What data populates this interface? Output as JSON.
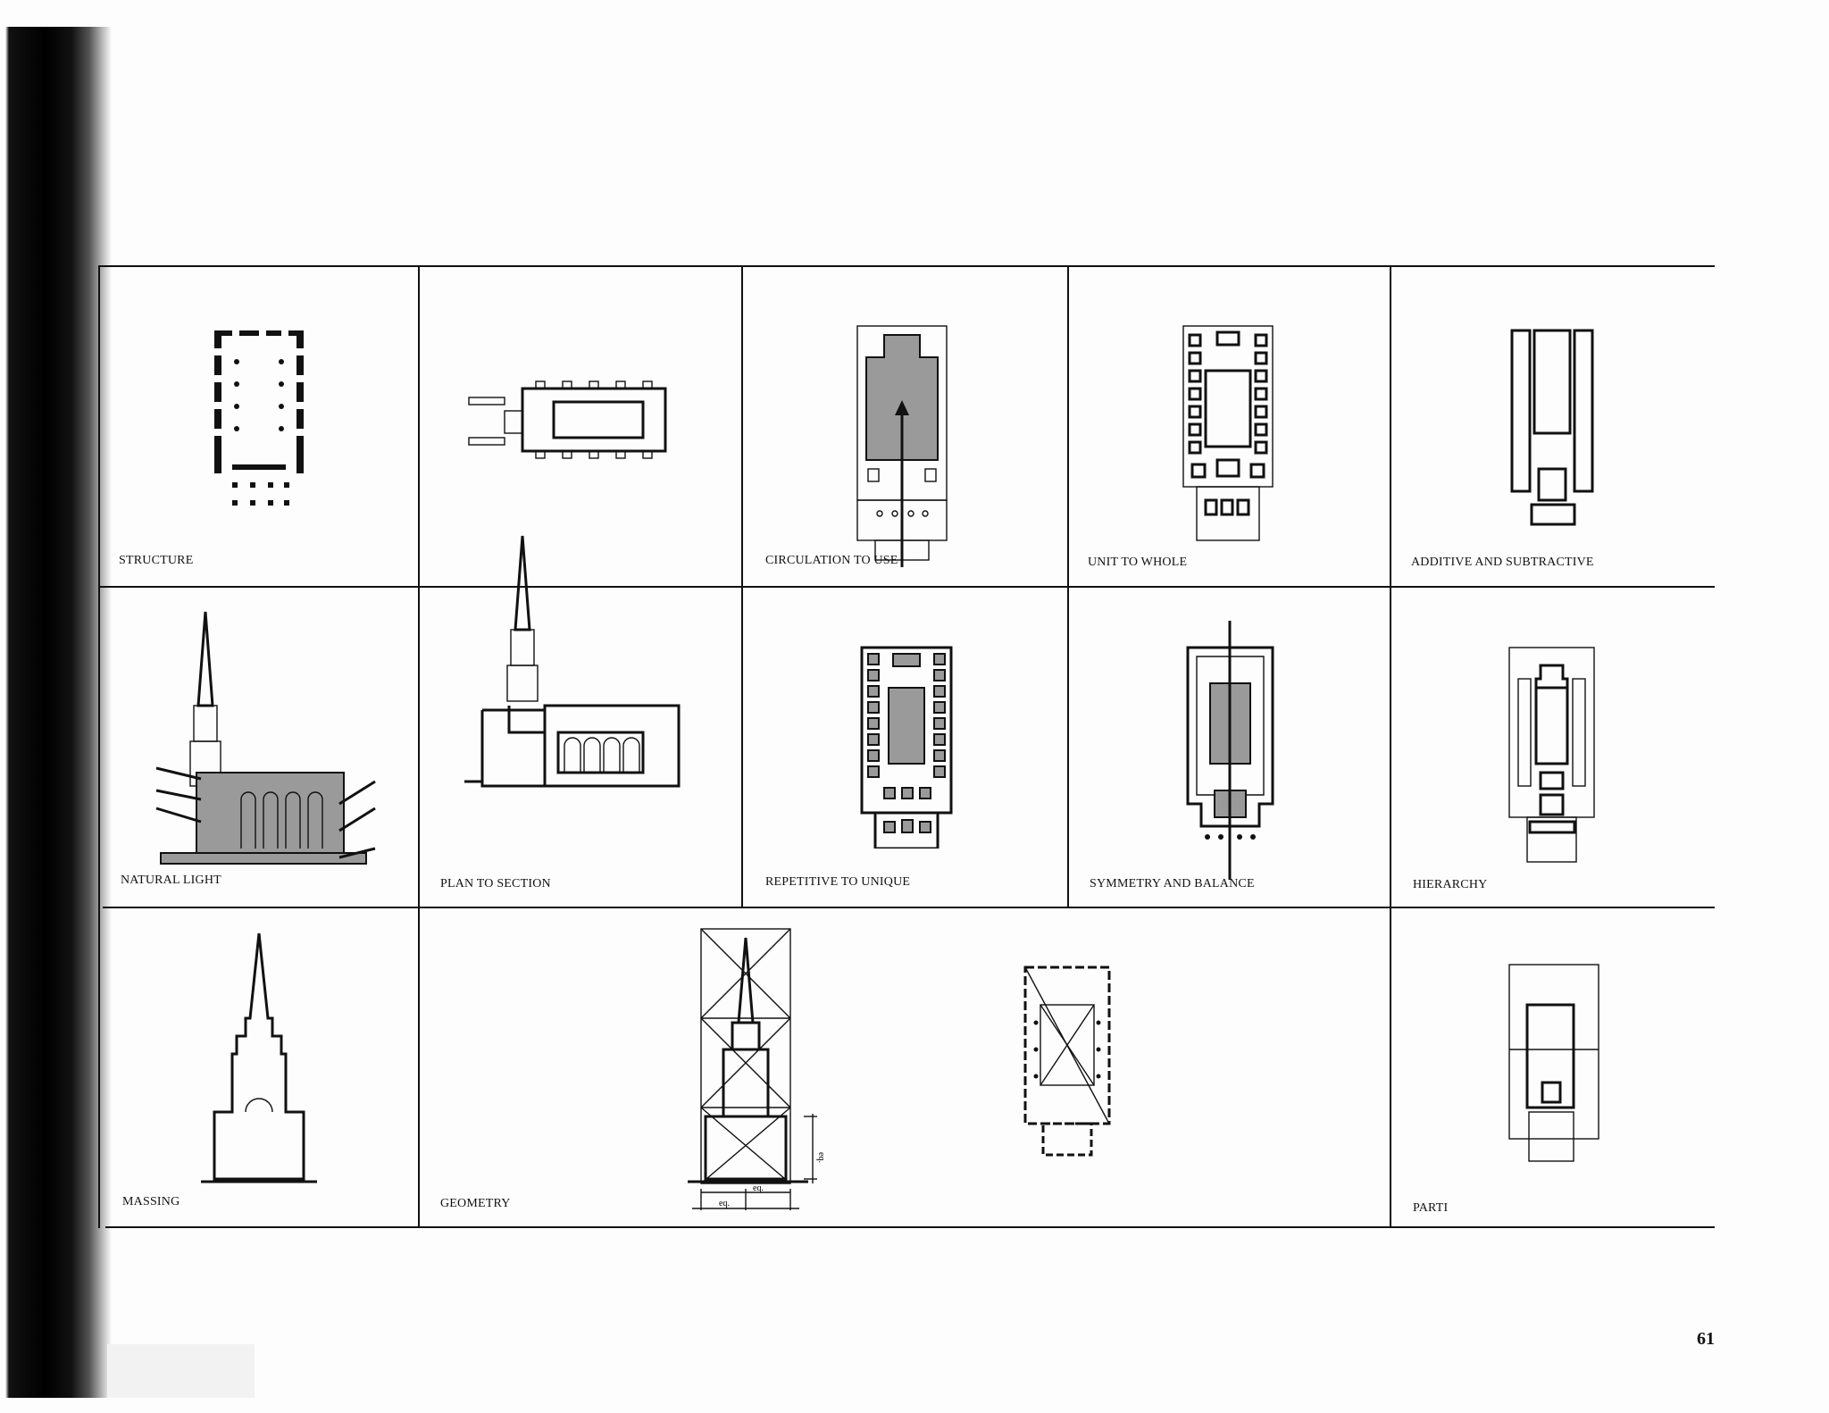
{
  "cells": {
    "structure": "STRUCTURE",
    "circulation": "CIRCULATION TO USE",
    "unit_whole": "UNIT TO WHOLE",
    "additive": "ADDITIVE AND SUBTRACTIVE",
    "natural_light": "NATURAL LIGHT",
    "plan_section": "PLAN TO SECTION",
    "repetitive": "REPETITIVE TO UNIQUE",
    "symmetry": "SYMMETRY AND BALANCE",
    "hierarchy": "HIERARCHY",
    "massing": "MASSING",
    "geometry": "GEOMETRY",
    "parti": "PARTI"
  },
  "geometry_dims": {
    "eq1": "eq.",
    "eq2": "eq.",
    "eq3": "eq."
  },
  "page_number": "61"
}
